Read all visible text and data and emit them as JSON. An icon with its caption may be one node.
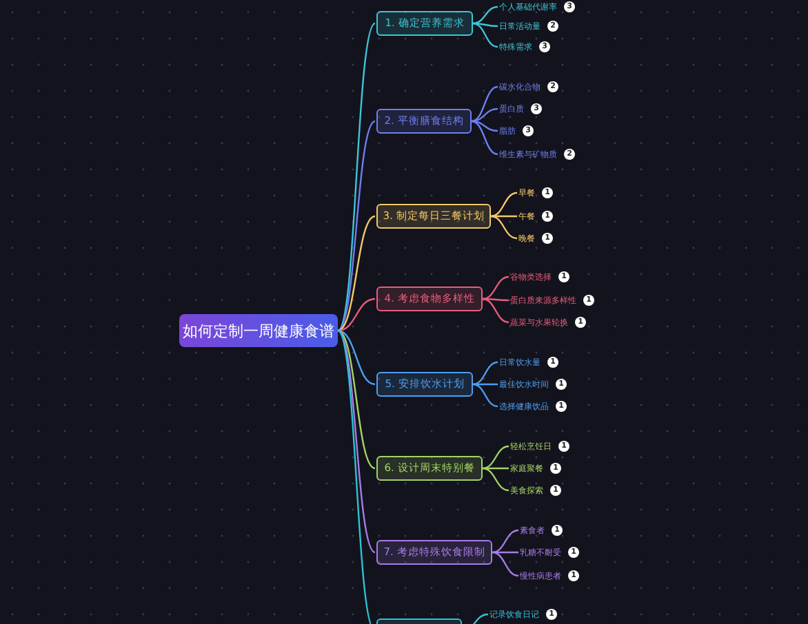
{
  "diagram": {
    "nodes": [
      {
        "text": [
          "如何定制一周健康食谱"
        ]
      },
      {
        "text": [
          "1. 确定营养需求"
        ]
      },
      {
        "text": [
          "个人基础代谢率",
          "3"
        ]
      },
      {
        "text": [
          "日常活动量",
          "2"
        ]
      },
      {
        "text": [
          "特殊需求",
          "3"
        ]
      },
      {
        "text": [
          "2. 平衡膳食结构"
        ]
      },
      {
        "text": [
          "碳水化合物",
          "2"
        ]
      },
      {
        "text": [
          "蛋白质",
          "3"
        ]
      },
      {
        "text": [
          "脂肪",
          "3"
        ]
      },
      {
        "text": [
          "维生素与矿物质",
          "2"
        ]
      },
      {
        "text": [
          "3. 制定每日三餐计划"
        ]
      },
      {
        "text": [
          "早餐",
          "1"
        ]
      },
      {
        "text": [
          "午餐",
          "1"
        ]
      },
      {
        "text": [
          "晚餐",
          "1"
        ]
      },
      {
        "text": [
          "4. 考虑食物多样性"
        ]
      },
      {
        "text": [
          "谷物类选择",
          "1"
        ]
      },
      {
        "text": [
          "蛋白质来源多样性",
          "1"
        ]
      },
      {
        "text": [
          "蔬菜与水果轮换",
          "1"
        ]
      },
      {
        "text": [
          "5. 安排饮水计划"
        ]
      },
      {
        "text": [
          "日常饮水量",
          "1"
        ]
      },
      {
        "text": [
          "最佳饮水时间",
          "1"
        ]
      },
      {
        "text": [
          "选择健康饮品",
          "1"
        ]
      },
      {
        "text": [
          "6. 设计周末特别餐"
        ]
      },
      {
        "text": [
          "轻松烹饪日",
          "1"
        ]
      },
      {
        "text": [
          "家庭聚餐",
          "1"
        ]
      },
      {
        "text": [
          "美食探索",
          "1"
        ]
      },
      {
        "text": [
          "7. 考虑特殊饮食限制"
        ]
      },
      {
        "text": [
          "素食者",
          "1"
        ]
      },
      {
        "text": [
          "乳糖不耐受",
          "1"
        ]
      },
      {
        "text": [
          "慢性病患者",
          "1"
        ]
      },
      {
        "text": [],
        "shape": "box"
      },
      {
        "text": [
          "记录饮食日记",
          "1"
        ]
      }
    ],
    "edges": [
      {
        "from": 0,
        "to": 1,
        "arrow": "none",
        "color": "#3ec6d6"
      },
      {
        "from": 1,
        "to": 2,
        "arrow": "none",
        "color": "#3ec6d6"
      },
      {
        "from": 1,
        "to": 3,
        "arrow": "none",
        "color": "#3ec6d6"
      },
      {
        "from": 1,
        "to": 4,
        "arrow": "none",
        "color": "#3ec6d6"
      },
      {
        "from": 0,
        "to": 5,
        "arrow": "none",
        "color": "#6d7ff0"
      },
      {
        "from": 5,
        "to": 6,
        "arrow": "none",
        "color": "#6d7ff0"
      },
      {
        "from": 5,
        "to": 7,
        "arrow": "none",
        "color": "#6d7ff0"
      },
      {
        "from": 5,
        "to": 8,
        "arrow": "none",
        "color": "#6d7ff0"
      },
      {
        "from": 5,
        "to": 9,
        "arrow": "none",
        "color": "#6d7ff0"
      },
      {
        "from": 0,
        "to": 10,
        "arrow": "none",
        "color": "#f3c969"
      },
      {
        "from": 10,
        "to": 11,
        "arrow": "none",
        "color": "#f3c969"
      },
      {
        "from": 10,
        "to": 12,
        "arrow": "none",
        "color": "#f3c969"
      },
      {
        "from": 10,
        "to": 13,
        "arrow": "none",
        "color": "#f3c969"
      },
      {
        "from": 0,
        "to": 14,
        "arrow": "none",
        "color": "#e85d7a"
      },
      {
        "from": 14,
        "to": 15,
        "arrow": "none",
        "color": "#e85d7a"
      },
      {
        "from": 14,
        "to": 16,
        "arrow": "none",
        "color": "#e85d7a"
      },
      {
        "from": 14,
        "to": 17,
        "arrow": "none",
        "color": "#e85d7a"
      },
      {
        "from": 0,
        "to": 18,
        "arrow": "none",
        "color": "#4d9ef0"
      },
      {
        "from": 18,
        "to": 19,
        "arrow": "none",
        "color": "#4d9ef0"
      },
      {
        "from": 18,
        "to": 20,
        "arrow": "none",
        "color": "#4d9ef0"
      },
      {
        "from": 18,
        "to": 21,
        "arrow": "none",
        "color": "#4d9ef0"
      },
      {
        "from": 0,
        "to": 22,
        "arrow": "none",
        "color": "#a4d465"
      },
      {
        "from": 22,
        "to": 23,
        "arrow": "none",
        "color": "#a4d465"
      },
      {
        "from": 22,
        "to": 24,
        "arrow": "none",
        "color": "#a4d465"
      },
      {
        "from": 22,
        "to": 25,
        "arrow": "none",
        "color": "#a4d465"
      },
      {
        "from": 0,
        "to": 26,
        "arrow": "none",
        "color": "#a77de8"
      },
      {
        "from": 26,
        "to": 27,
        "arrow": "none",
        "color": "#a77de8"
      },
      {
        "from": 26,
        "to": 28,
        "arrow": "none",
        "color": "#a77de8"
      },
      {
        "from": 26,
        "to": 29,
        "arrow": "none",
        "color": "#a77de8"
      },
      {
        "from": 0,
        "to": 30,
        "arrow": "none",
        "color": "#2cc3d3"
      },
      {
        "from": 30,
        "to": 31,
        "arrow": "none",
        "color": "#2cc3d3"
      }
    ]
  }
}
